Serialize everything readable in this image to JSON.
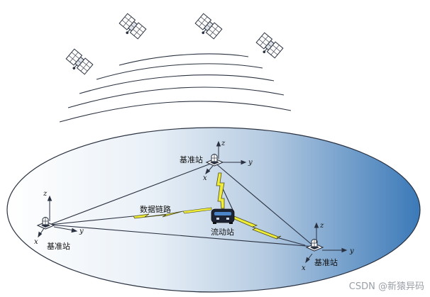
{
  "labels": {
    "base_station": "基准站",
    "data_link": "数据链路",
    "rover_station": "流动站"
  },
  "axes": {
    "x": "x",
    "y": "y",
    "z": "z"
  },
  "watermark": "CSDN @新猿异码",
  "colors": {
    "ellipse_edge": "#ffffff",
    "ellipse_center": "#c3d3e3",
    "ellipse_right": "#3b79b8",
    "outline": "#2a3140",
    "link_yellow": "#f0ec3a",
    "link_outline": "#4b4b1a"
  }
}
